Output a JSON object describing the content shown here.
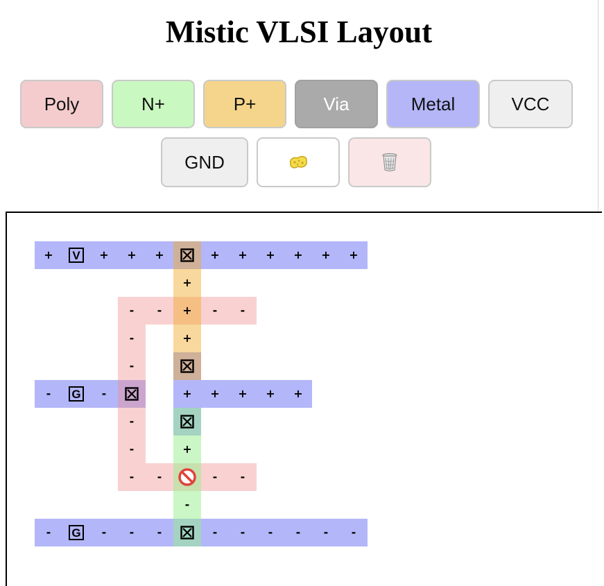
{
  "title": "Mistic VLSI Layout",
  "palette": {
    "poly": "#f4cccd",
    "nplus": "#c9f8c1",
    "pplus": "#f5d58c",
    "via": "#aaaaaa",
    "metal": "#b4b6f8",
    "vcc": "#efefef",
    "gnd": "#efefef",
    "eraser": "#ffffff",
    "trash": "#fae6e6"
  },
  "toolbar": {
    "poly_label": "Poly",
    "nplus_label": "N+",
    "pplus_label": "P+",
    "via_label": "Via",
    "metal_label": "Metal",
    "vcc_label": "VCC",
    "gnd_label": "GND",
    "eraser_icon": "sponge-icon",
    "trash_icon": "trash-can-icon"
  },
  "board": {
    "layer_colors": {
      "metal": "rgba(120,124,242,0.56)",
      "poly": "rgba(240,140,140,0.40)",
      "pplus": "rgba(240,170,40,0.46)",
      "nplus": "rgba(150,240,140,0.50)"
    },
    "symbols": {
      "plus": "+",
      "minus": "-",
      "vcc_pin": "V",
      "gnd_pin": "G",
      "contact_icon": "contact-box-x-icon",
      "error_icon": "no-entry-icon"
    },
    "grid": {
      "cols": 12,
      "rows": 11,
      "row_strings": [
        "+V+++X++++++",
        "     +      ",
        "   --+--    ",
        "   - +      ",
        "   - X      ",
        "-G-X +++++  ",
        "   - X      ",
        "   - +      ",
        "   --E--    ",
        "     -      ",
        "-G---X------"
      ],
      "metal_rows": [
        0,
        5,
        10
      ],
      "metal_spans": [
        [
          0,
          11
        ],
        [
          0,
          3
        ],
        [
          5,
          9
        ],
        [
          0,
          11
        ]
      ],
      "poly_cells": "see row pattern",
      "pplus_cells": "column 5 rows 0-4",
      "nplus_cells": "column 5 rows 6-10"
    }
  }
}
